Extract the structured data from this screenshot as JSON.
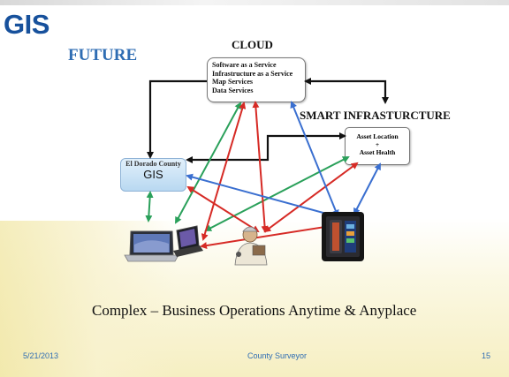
{
  "slide": {
    "logo": "GIS",
    "title": "FUTURE",
    "subtitle": "Complex – Business Operations Anytime & Anyplace"
  },
  "cloud": {
    "label": "CLOUD",
    "items": [
      "Software as a Service",
      "Infrastructure as a Service",
      "Map Services",
      "Data Services"
    ]
  },
  "smart_infrastructure": {
    "label": "SMART INFRASTURCTURE",
    "lines": [
      "Asset Location",
      "+",
      "Asset Health"
    ]
  },
  "gis_node": {
    "county": "El Dorado County",
    "label": "GIS"
  },
  "devices": [
    "laptop-icon",
    "netbook-icon",
    "field-worker-icon",
    "smartphone-icon"
  ],
  "connector_colors": {
    "black": "#111111",
    "green": "#2aa05a",
    "red": "#d62a25",
    "blue": "#3a6fd0"
  },
  "footer": {
    "date": "5/21/2013",
    "center": "County Surveyor",
    "page": "15"
  }
}
